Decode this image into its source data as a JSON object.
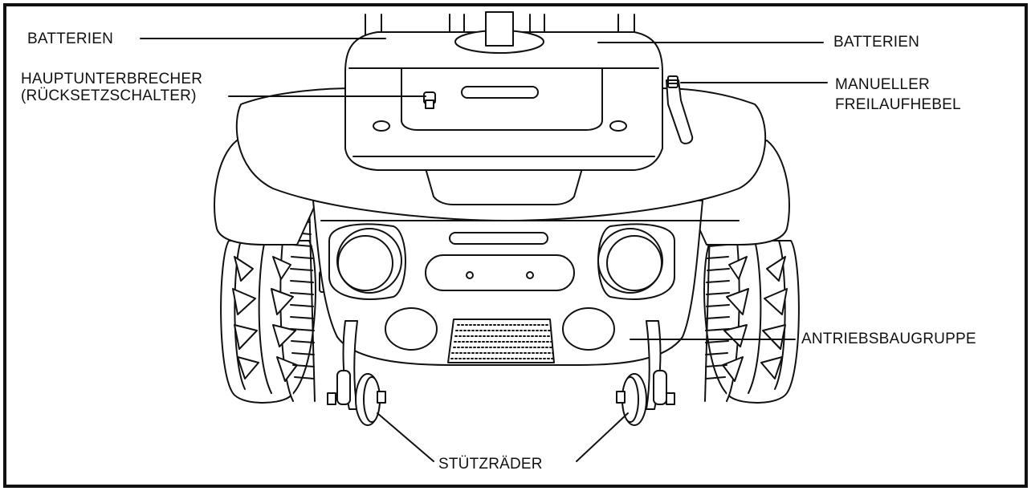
{
  "labels": {
    "batterien_left": "BATTERIEN",
    "batterien_right": "BATTERIEN",
    "hauptunterbrecher_line1": "HAUPTUNTERBRECHER",
    "hauptunterbrecher_line2": "(RÜCKSETZSCHALTER)",
    "freilauf_line1": "MANUELLER",
    "freilauf_line2": "FREILAUFHEBEL",
    "antrieb": "ANTRIEBSBAUGRUPPE",
    "stuetzraeder": "STÜTZRÄDER"
  },
  "colors": {
    "line": "#111111",
    "background": "#ffffff"
  }
}
